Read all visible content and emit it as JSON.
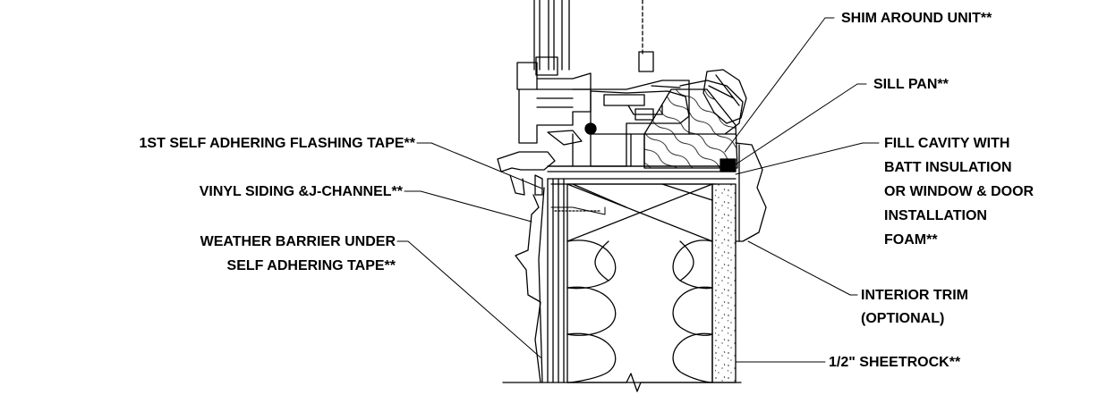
{
  "callouts": {
    "shim": "SHIM AROUND UNIT**",
    "sill_pan": "SILL PAN**",
    "fill_cavity": [
      "FILL CAVITY WITH",
      "BATT INSULATION",
      "OR WINDOW & DOOR",
      "INSTALLATION",
      "FOAM**"
    ],
    "flashing_tape": "1ST SELF ADHERING FLASHING TAPE**",
    "vinyl_siding": "VINYL SIDING &J-CHANNEL**",
    "weather_barrier": [
      "WEATHER BARRIER UNDER",
      "SELF ADHERING TAPE**"
    ],
    "interior_trim": [
      "INTERIOR TRIM",
      "(OPTIONAL)"
    ],
    "sheetrock": "1/2\" SHEETROCK**"
  },
  "colors": {
    "line": "#000000",
    "background": "#ffffff"
  }
}
